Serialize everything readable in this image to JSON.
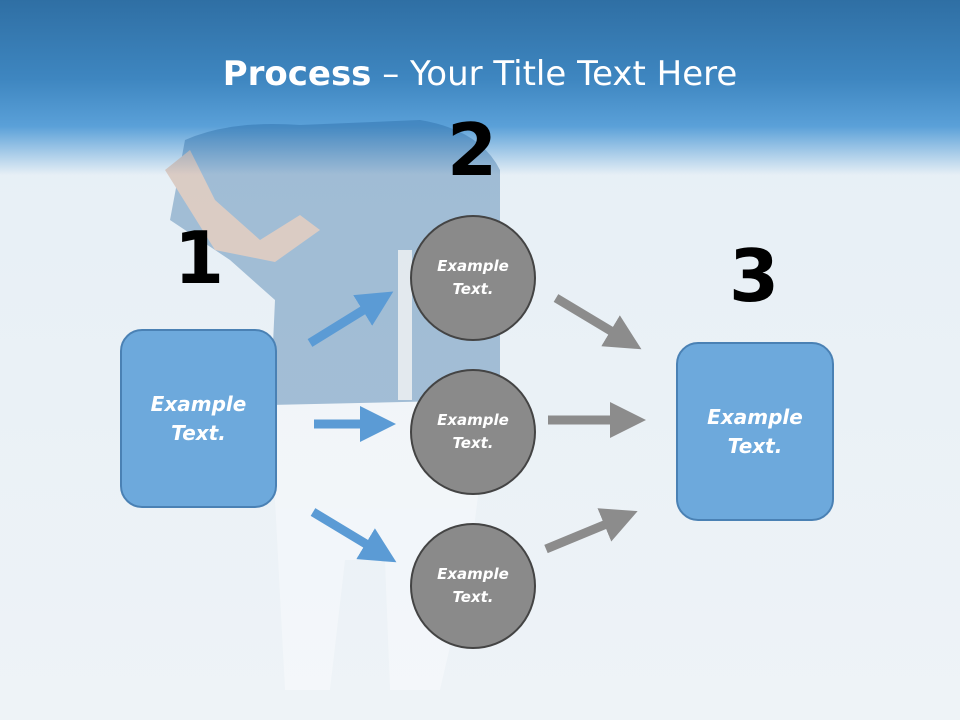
{
  "slide": {
    "title_bold": "Process",
    "title_rest": " – Your Title Text Here"
  },
  "steps": [
    {
      "number": "1"
    },
    {
      "number": "2"
    },
    {
      "number": "3"
    }
  ],
  "left_box": {
    "text": "Example\nText."
  },
  "circles": [
    {
      "text": "Example\nText."
    },
    {
      "text": "Example\nText."
    },
    {
      "text": "Example\nText."
    }
  ],
  "right_box": {
    "text": "Example\nText."
  },
  "colors": {
    "header": "#3e86c0",
    "box_fill": "#6da9dc",
    "circle_fill": "#8a8a8a",
    "arrow_blue": "#5b9bd5",
    "arrow_gray": "#8c8c8c"
  }
}
